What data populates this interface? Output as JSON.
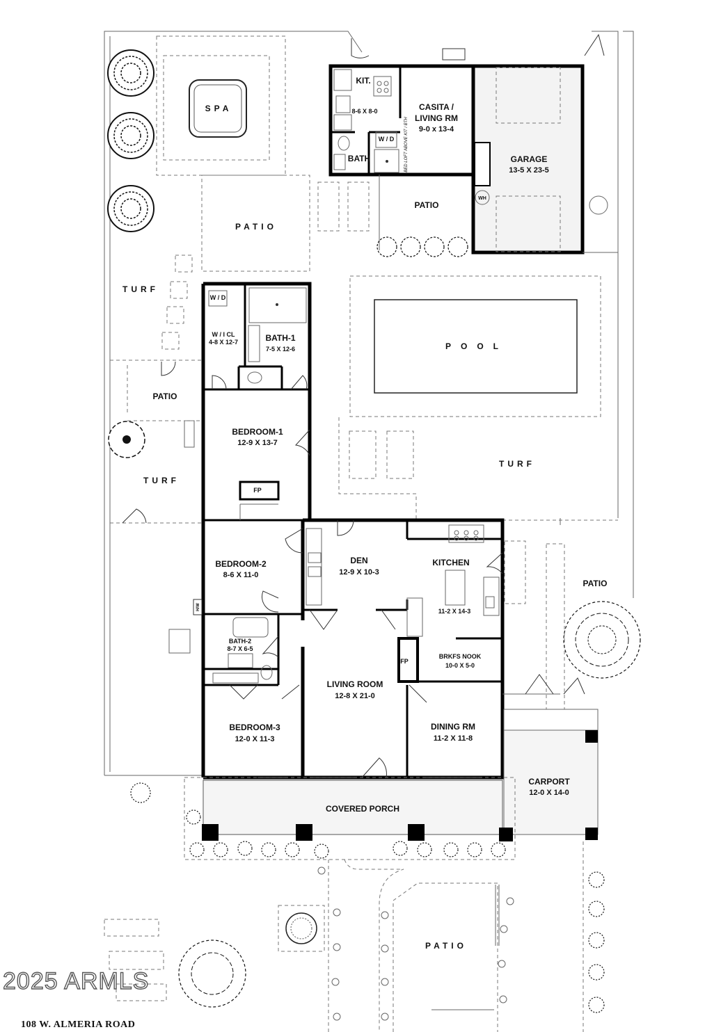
{
  "rooms": {
    "spa": "SPA",
    "patio_top": "PATIO",
    "kit_label": "KIT.",
    "kit_dim": "8-6 X 8-0",
    "casita_line1": "CASITA /",
    "casita_line2": "LIVING RM",
    "casita_dim": "9-0 x 13-4",
    "loft_note": "BED LOFT ABOVE KIT / BTH",
    "casita_wd": "W / D",
    "casita_bath": "BATH",
    "garage": "GARAGE",
    "garage_dim": "13-5 X 23-5",
    "wh": "WH",
    "patio_casita": "PATIO",
    "turf_left": "TURF",
    "wd_main": "W / D",
    "wicl": "W / I  CL",
    "wicl_dim": "4-8 X 12-7",
    "bath1": "BATH-1",
    "bath1_dim": "7-5 X 12-6",
    "pool": "POOL",
    "patio_left": "PATIO",
    "bedroom1": "BEDROOM-1",
    "bedroom1_dim": "12-9  X  13-7",
    "turf_right": "TURF",
    "turf_left2": "TURF",
    "fp_bed": "FP",
    "bedroom2": "BEDROOM-2",
    "bedroom2_dim": "8-6  X  11-0",
    "den": "DEN",
    "den_dim": "12-9 X 10-3",
    "kitchen": "KITCHEN",
    "kitchen_dim": "11-2 X 14-3",
    "patio_right": "PATIO",
    "hw": "H/W",
    "bath2": "BATH-2",
    "bath2_dim": "8-7 X 6-5",
    "fp_living": "FP",
    "nook": "BRKFS NOOK",
    "nook_dim": "10-0  X  5-0",
    "living": "LIVING ROOM",
    "living_dim": "12-8  X  21-0",
    "bedroom3": "BEDROOM-3",
    "bedroom3_dim": "12-0  X  11-3",
    "dining": "DINING RM",
    "dining_dim": "11-2 X 11-8",
    "carport": "CARPORT",
    "carport_dim": "12-0 X 14-0",
    "porch": "COVERED PORCH",
    "patio_front": "PATIO"
  },
  "watermark": "2025 ARMLS",
  "address": "108 W. ALMERIA  ROAD"
}
